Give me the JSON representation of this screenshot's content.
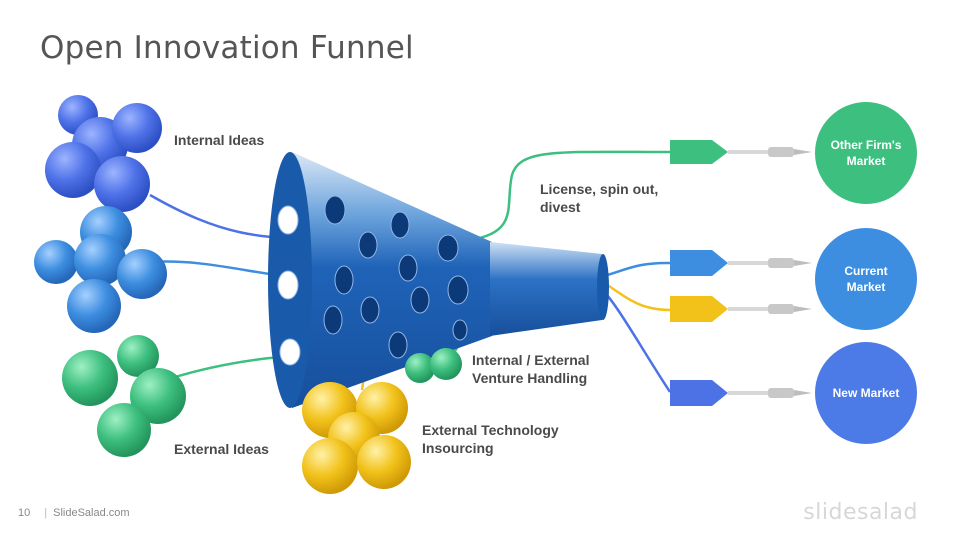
{
  "title": "Open Innovation Funnel",
  "labels": {
    "internal_ideas": "Internal Ideas",
    "external_ideas": "External Ideas",
    "license": "License, spin out, divest",
    "venture_handling": "Internal / External Venture Handling",
    "tech_insourcing": "External Technology Insourcing"
  },
  "markets": [
    {
      "label": "Other Firm's Market",
      "color": "#3dbf7f"
    },
    {
      "label": "Current Market",
      "color": "#3d8ee0"
    },
    {
      "label": "New Market",
      "color": "#4c7ae6"
    }
  ],
  "footer": {
    "page_number": "10",
    "site": "SlideSalad.com",
    "brand": "slidesalad"
  },
  "colors": {
    "blue_dark": "#4c6fe0",
    "blue_light": "#3d8ee0",
    "green": "#3dbf7f",
    "yellow": "#f2c21b",
    "funnel": "#1f63b8"
  }
}
